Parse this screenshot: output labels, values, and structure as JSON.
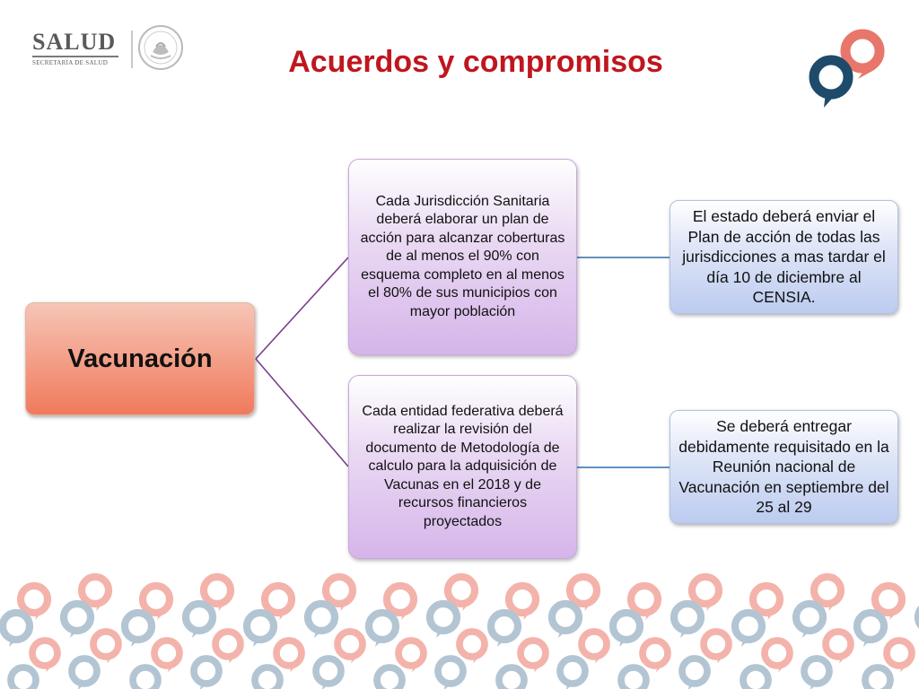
{
  "header": {
    "logo_text": "SALUD",
    "logo_subtitle": "SECRETARÍA DE SALUD",
    "seal_icon": "mexico-coat-of-arms-seal",
    "brand_icon": "censia-speech-bubble-logo",
    "title": "Acuerdos y compromisos"
  },
  "diagram": {
    "root": "Vacunación",
    "branches": [
      {
        "text": "Cada Jurisdicción Sanitaria deberá elaborar un plan de acción para alcanzar coberturas de al menos el 90% con esquema completo en al menos el 80% de sus municipios con mayor población",
        "outcome": "El estado deberá enviar el Plan de acción de todas las jurisdicciones a mas tardar el día 10 de diciembre al CENSIA."
      },
      {
        "text": "Cada entidad federativa deberá realizar la revisión del documento de Metodología de calculo para la adquisición de Vacunas en el 2018 y de recursos financieros proyectados",
        "outcome": "Se deberá entregar debidamente requisitado en la Reunión nacional de Vacunación en septiembre del 25 al 29"
      }
    ]
  },
  "colors": {
    "title": "#c0161e",
    "root_fill": "#f39c84",
    "branch_fill": "#d6b5ea",
    "outcome_fill": "#bccbef",
    "branch_connector": "#7b3f8c",
    "outcome_connector": "#2e6fa8",
    "brand_dark": "#1e4b6b",
    "brand_coral": "#e8766a",
    "pattern_light_blue": "#b3c5d3",
    "pattern_light_coral": "#f3b3ab"
  },
  "decor": {
    "footer_pattern_icon": "speech-bubble-pattern"
  }
}
